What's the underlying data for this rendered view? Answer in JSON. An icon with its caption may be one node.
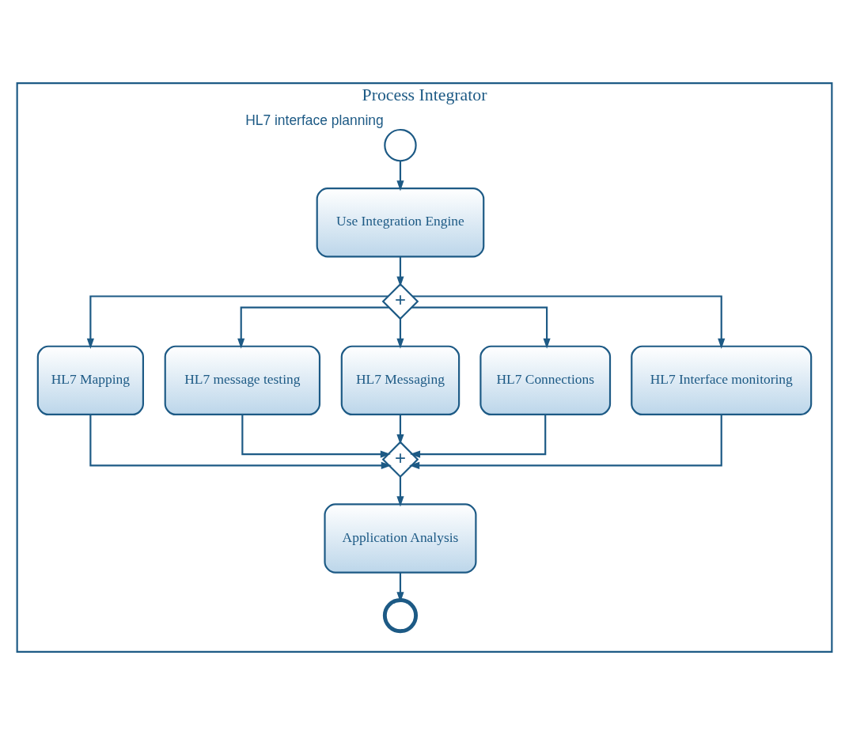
{
  "diagram": {
    "nodes": [
      {
        "text": [
          "Process Integrator"
        ]
      },
      {
        "text": [],
        "shape": "circle",
        "in": 0,
        "beside": [
          "HL7 interface planning"
        ]
      },
      {
        "text": [
          "Use Integration Engine"
        ],
        "in": 0
      },
      {
        "text": [
          "+"
        ],
        "in": 0
      },
      {
        "text": [
          "HL7 Mapping"
        ],
        "in": 0
      },
      {
        "text": [
          "HL7 message testing"
        ],
        "in": 0
      },
      {
        "text": [
          "HL7 Messaging"
        ],
        "in": 0
      },
      {
        "text": [
          "HL7 Connections"
        ],
        "in": 0
      },
      {
        "text": [
          "HL7 Interface monitoring"
        ],
        "in": 0
      },
      {
        "text": [
          "+"
        ],
        "in": 0
      },
      {
        "text": [
          "Application Analysis"
        ],
        "in": 0
      },
      {
        "text": [],
        "shape": "circle",
        "in": 0
      }
    ],
    "edges": [
      {
        "from": 1,
        "to": 2,
        "arrow": "to"
      },
      {
        "from": 2,
        "to": 3,
        "arrow": "to"
      },
      {
        "from": 3,
        "to": 4,
        "arrow": "to"
      },
      {
        "from": 3,
        "to": 5,
        "arrow": "to"
      },
      {
        "from": 3,
        "to": 6,
        "arrow": "to"
      },
      {
        "from": 3,
        "to": 7,
        "arrow": "to"
      },
      {
        "from": 3,
        "to": 8,
        "arrow": "to"
      },
      {
        "from": 4,
        "to": 9,
        "arrow": "to"
      },
      {
        "from": 5,
        "to": 9,
        "arrow": "to"
      },
      {
        "from": 6,
        "to": 9,
        "arrow": "to"
      },
      {
        "from": 7,
        "to": 9,
        "arrow": "to"
      },
      {
        "from": 8,
        "to": 9,
        "arrow": "to"
      },
      {
        "from": 9,
        "to": 10,
        "arrow": "to"
      },
      {
        "from": 10,
        "to": 11,
        "arrow": "to"
      }
    ]
  }
}
